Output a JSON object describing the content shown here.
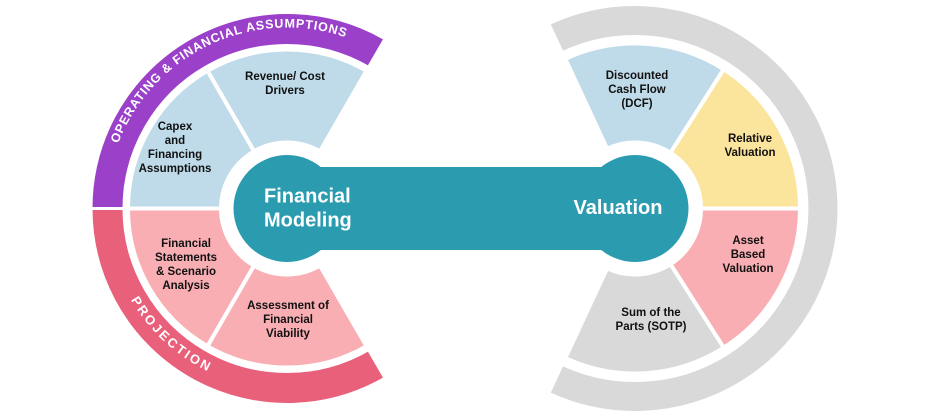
{
  "title": "Financial Modeling and Valuation wheel diagram",
  "colors": {
    "teal": "#2B9BB0",
    "purple": "#9B41C9",
    "rose": "#E8607A",
    "light_blue": "#BFDBE9",
    "pink": "#F9AEB3",
    "yellow": "#FBE49C",
    "gray": "#D9D9D9"
  },
  "left_wheel": {
    "center": {
      "label": "Financial\nModeling"
    },
    "outer_top": {
      "label": "OPERATING & FINANCIAL ASSUMPTIONS"
    },
    "outer_bottom": {
      "label": "PROJECTION"
    },
    "segments": [
      {
        "label": "Revenue/ Cost\nDrivers"
      },
      {
        "label": "Capex\nand\nFinancing\nAssumptions"
      },
      {
        "label": "Financial\nStatements\n& Scenario\nAnalysis"
      },
      {
        "label": "Assessment of\nFinancial\nViability"
      }
    ]
  },
  "right_wheel": {
    "center": {
      "label": "Valuation"
    },
    "segments": [
      {
        "label": "Discounted\nCash Flow\n(DCF)"
      },
      {
        "label": "Relative\nValuation"
      },
      {
        "label": "Asset\nBased\nValuation"
      },
      {
        "label": "Sum of the\nParts (SOTP)"
      }
    ]
  }
}
